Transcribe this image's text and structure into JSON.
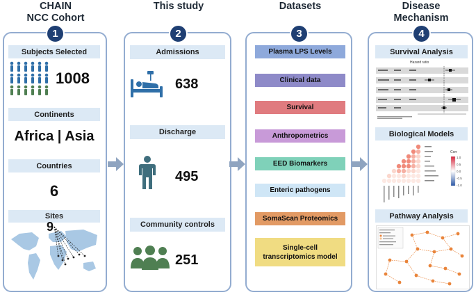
{
  "columns": [
    {
      "number": "1",
      "title_line1": "CHAIN",
      "title_line2": "NCC Cohort"
    },
    {
      "number": "2",
      "title_line1": "This study",
      "title_line2": ""
    },
    {
      "number": "3",
      "title_line1": "Datasets",
      "title_line2": ""
    },
    {
      "number": "4",
      "title_line1": "Disease",
      "title_line2": "Mechanism"
    }
  ],
  "cohort": {
    "subjects_label": "Subjects Selected",
    "subjects_value": "1008",
    "continents_label": "Continents",
    "continents_value": "Africa | Asia",
    "countries_label": "Countries",
    "countries_value": "6",
    "sites_label": "Sites",
    "sites_value": "9"
  },
  "study": {
    "admissions_label": "Admissions",
    "admissions_value": "638",
    "discharge_label": "Discharge",
    "discharge_value": "495",
    "community_label": "Community controls",
    "community_value": "251"
  },
  "datasets": [
    {
      "label": "Plasma LPS Levels",
      "color": "#8ea9db"
    },
    {
      "label": "Clinical data",
      "color": "#8e8ac8"
    },
    {
      "label": "Survival",
      "color": "#e07b7f"
    },
    {
      "label": "Anthropometrics",
      "color": "#c89ad8"
    },
    {
      "label": "EED Biomarkers",
      "color": "#7fd1b9"
    },
    {
      "label": "Enteric pathogens",
      "color": "#cfe6f6"
    },
    {
      "label": "SomaScan Proteomics",
      "color": "#e29a64"
    },
    {
      "label": "Single-cell transcriptomics model",
      "color": "#f0dc82"
    }
  ],
  "mechanism": {
    "survival_label": "Survival Analysis",
    "forest_title": "Hazard ratio",
    "biological_label": "Biological Models",
    "heatmap_legend_title": "Corr",
    "heatmap_legend_ticks": [
      "1.0",
      "0.5",
      "0.0",
      "-0.5",
      "-1.0"
    ],
    "pathway_label": "Pathway Analysis"
  },
  "colors": {
    "panel_border": "#93acd0",
    "badge": "#1f3f73",
    "header_fill": "#dce9f5",
    "icon_blue": "#2f6fa8",
    "icon_green": "#4f7f52",
    "icon_slate": "#3f6e7d",
    "map_land": "#a9c8e4"
  },
  "icons": [
    "people-group-icon",
    "world-map-icon",
    "hospital-bed-icon",
    "person-standing-icon",
    "community-group-icon",
    "forest-plot-icon",
    "correlation-heatmap-icon",
    "pathway-network-icon"
  ]
}
